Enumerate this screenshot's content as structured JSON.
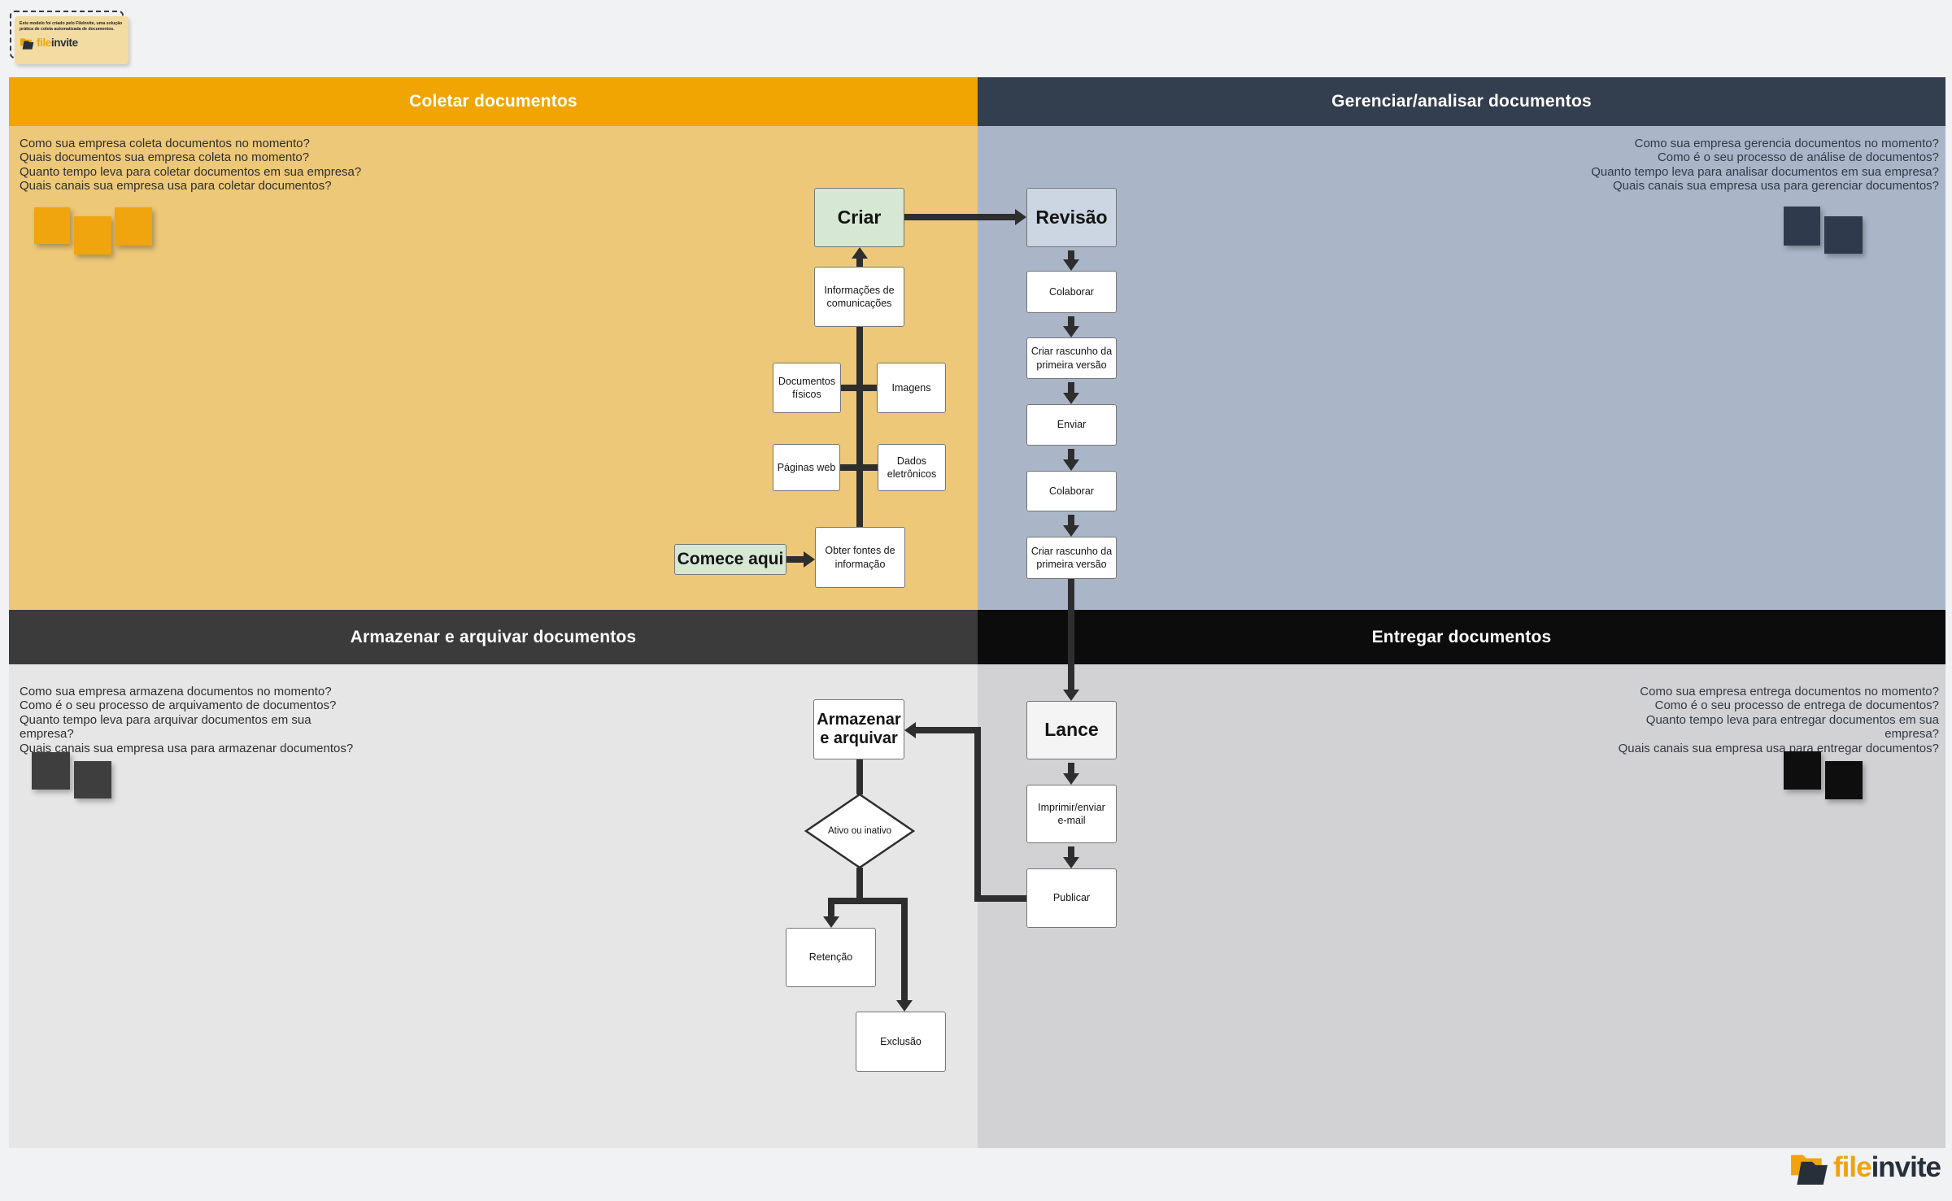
{
  "badge": {
    "text": "Este modelo foi criado pelo FileInvite, uma solução\nprática de coleta automatizada de documentos.",
    "logo_file": "file",
    "logo_invite": "invite"
  },
  "quadrants": {
    "collect": {
      "title": "Coletar documentos",
      "header_color": "#f0a502",
      "bg_color": "#edc878",
      "note_color": "#f0a40e",
      "questions": [
        "Como sua empresa coleta documentos no momento?",
        "Quais documentos sua empresa coleta no momento?",
        "Quanto tempo leva para coletar documentos em sua empresa?",
        "Quais canais sua empresa usa para coletar documentos?"
      ]
    },
    "manage": {
      "title": "Gerenciar/analisar documentos",
      "header_color": "#333e4e",
      "bg_color": "#aab6c8",
      "note_color": "#2f3a4d",
      "questions": [
        "Como sua empresa gerencia documentos no momento?",
        "Como é o seu processo de análise de documentos?",
        "Quanto tempo leva para analisar documentos em sua empresa?",
        "Quais canais sua empresa usa para gerenciar documentos?"
      ]
    },
    "store": {
      "title": "Armazenar e arquivar documentos",
      "header_color": "#3b3b3b",
      "bg_color": "#e6e6e7",
      "note_color": "#3e3e3e",
      "questions": [
        "Como sua empresa armazena documentos no momento?",
        "Como é o seu processo de arquivamento de documentos?",
        "Quanto tempo leva para arquivar documentos em sua\nempresa?",
        "Quais canais sua empresa usa para armazenar documentos?"
      ]
    },
    "deliver": {
      "title": "Entregar documentos",
      "header_color": "#0c0c0c",
      "bg_color": "#d2d2d4",
      "note_color": "#0e0e0e",
      "questions": [
        "Como sua empresa entrega documentos no momento?",
        "Como é o seu processo de entrega de documentos?",
        "Quanto tempo leva para entregar documentos em sua\nempresa?",
        "Quais canais sua empresa usa para entregar documentos?"
      ]
    }
  },
  "flowchart": {
    "connector_color": "#2e2e2e",
    "nodes": {
      "comece_aqui": "Comece aqui",
      "obter_fontes": "Obter fontes de\ninformação",
      "documentos_fisicos": "Documentos\nfísicos",
      "imagens": "Imagens",
      "paginas_web": "Páginas web",
      "dados_eletronicos": "Dados\neletrônicos",
      "informacoes": "Informações de\ncomunicações",
      "criar": "Criar",
      "revisao": "Revisão",
      "colaborar_1": "Colaborar",
      "rascunho_1": "Criar rascunho da\nprimeira versão",
      "enviar": "Enviar",
      "colaborar_2": "Colaborar",
      "rascunho_2": "Criar rascunho da\nprimeira versão",
      "lance": "Lance",
      "imprimir_enviar": "Imprimir/enviar\ne-mail",
      "publicar": "Publicar",
      "armazenar": "Armazenar\ne arquivar",
      "ativo_inativo": "Ativo ou inativo",
      "retencao": "Retenção",
      "exclusao": "Exclusão"
    }
  },
  "footer_logo": {
    "file": "file",
    "invite": "invite"
  }
}
